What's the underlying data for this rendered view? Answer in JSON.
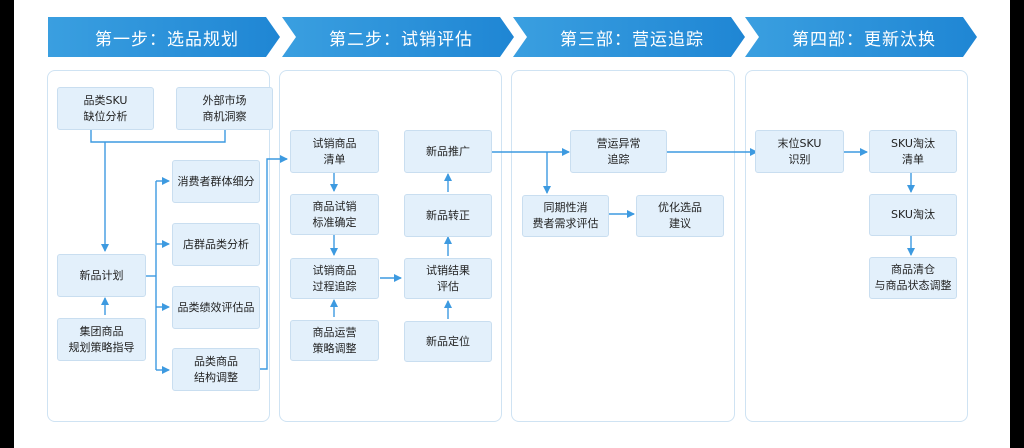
{
  "stages": [
    "第一步：选品规划",
    "第二步：试销评估",
    "第三部：营运追踪",
    "第四部：更新汰换"
  ],
  "colors": {
    "stage": "#2a92da",
    "node": "#e3f0fb",
    "line": "#3d9ae0"
  },
  "nodes": {
    "category_gap": "品类SKU\n缺位分析",
    "market_insight": "外部市场\n商机洞察",
    "new_plan": "新品计划",
    "group_guide": "集团商品\n规划策略指导",
    "consumer_segment": "消费者群体细分",
    "store_category": "店群品类分析",
    "category_perf": "品类绩效评估品",
    "structure_adjust": "品类商品\n结构调整",
    "trial_list": "试销商品\n清单",
    "trial_standard": "商品试销\n标准确定",
    "trial_track": "试销商品\n过程追踪",
    "ops_strategy": "商品运营\n策略调整",
    "new_promo": "新品推广",
    "new_regular": "新品转正",
    "trial_result": "试销结果\n评估",
    "new_position": "新品定位",
    "ops_anomaly": "营运异常\n追踪",
    "period_demand": "同期性消\n费者需求评估",
    "optimize": "优化选品\n建议",
    "last_sku": "末位SKU\n识别",
    "sku_out_list": "SKU淘汰\n清单",
    "sku_out": "SKU淘汰",
    "clearance": "商品清仓\n与商品状态调整"
  }
}
